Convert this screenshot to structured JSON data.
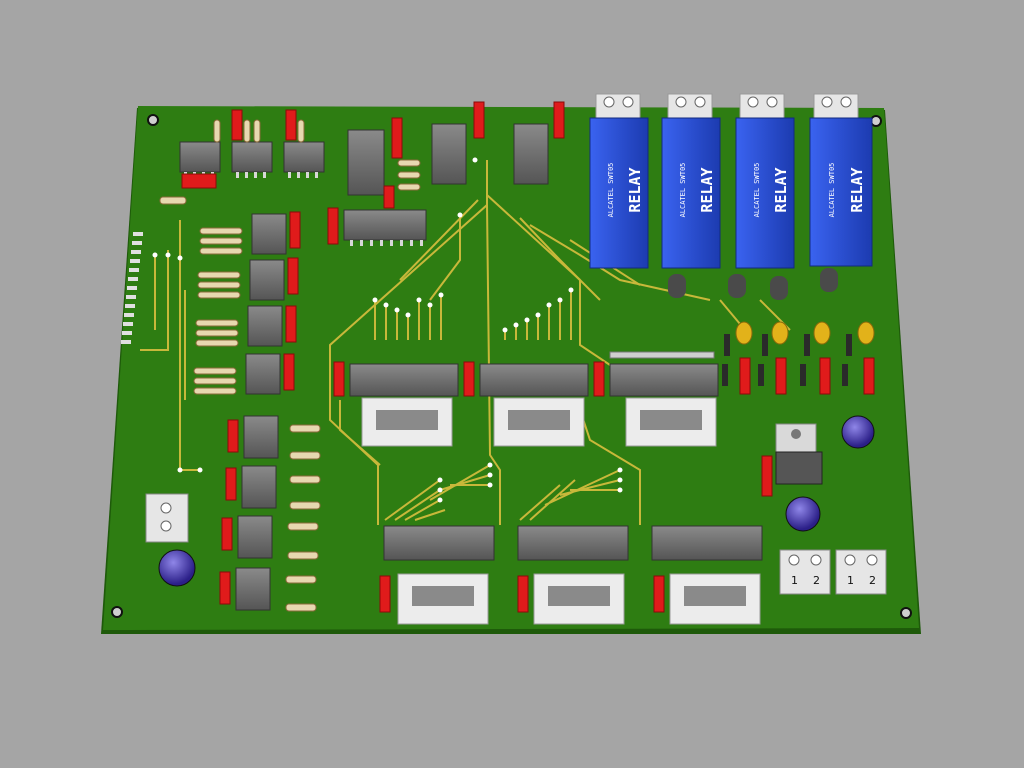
{
  "colors": {
    "background": "#a5a5a5",
    "board": "#2e7d12",
    "trace": "#c8b83a",
    "ic_body": "#6f6f6f",
    "relay": "#2a4fd6",
    "capacitor_red": "#e01b1b",
    "electrolytic": "#3a2a9a"
  },
  "relays": [
    {
      "label": "RELAY",
      "sublabel": "ALCATEL SWT05"
    },
    {
      "label": "RELAY",
      "sublabel": "ALCATEL SWT05"
    },
    {
      "label": "RELAY",
      "sublabel": "ALCATEL SWT05"
    },
    {
      "label": "RELAY",
      "sublabel": "ALCATEL SWT05"
    }
  ],
  "terminal_blocks": [
    {
      "pins": [
        "1",
        "2"
      ]
    },
    {
      "pins": [
        "1",
        "2"
      ]
    }
  ]
}
